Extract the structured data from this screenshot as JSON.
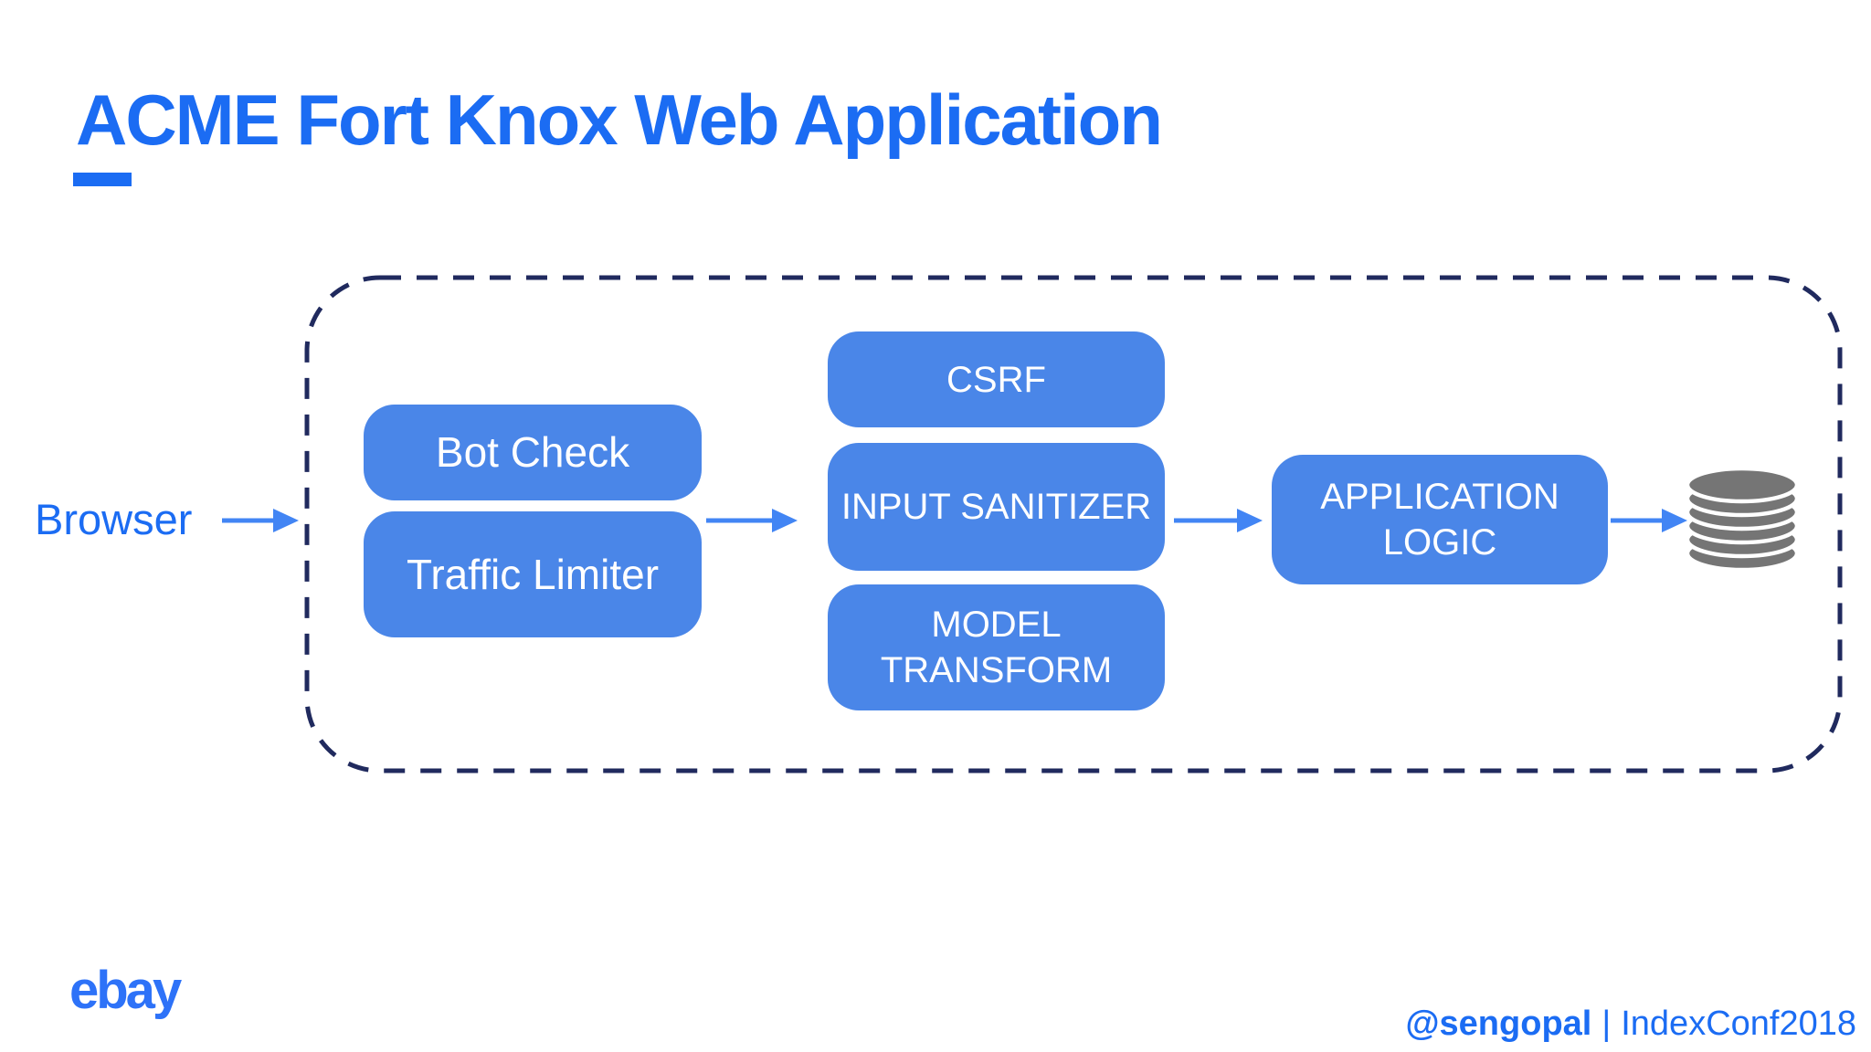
{
  "title": {
    "text": "ACME Fort Knox Web Application"
  },
  "diagram": {
    "source_label": "Browser",
    "boundary": {
      "style": "dashed-rounded-rectangle"
    },
    "nodes": [
      {
        "id": "bot-check",
        "label": "Bot Check"
      },
      {
        "id": "traffic-limiter",
        "label": "Traffic Limiter"
      },
      {
        "id": "csrf",
        "label": "CSRF"
      },
      {
        "id": "input-sanitizer",
        "label": "INPUT SANITIZER"
      },
      {
        "id": "model-transform",
        "label": "MODEL TRANSFORM"
      },
      {
        "id": "application-logic",
        "label": "APPLICATION LOGIC"
      }
    ],
    "datastore_icon": "database-icon",
    "flows": [
      {
        "from": "Browser",
        "to": "trust-boundary"
      },
      {
        "from": "edge-layer",
        "to": "filter-layer"
      },
      {
        "from": "filter-layer",
        "to": "application-logic"
      },
      {
        "from": "application-logic",
        "to": "datastore"
      }
    ]
  },
  "footer": {
    "logo_text": "ebay",
    "handle": "@sengopal",
    "separator": "|",
    "event": "IndexConf2018"
  },
  "colors": {
    "accent_blue": "#1b6cf3",
    "node_fill": "#4a86e8",
    "node_text": "#ffffff",
    "arrow_blue": "#4285f4",
    "boundary_navy": "#202a5e",
    "database_gray": "#757575",
    "ebay_blue": "#2d72f8",
    "background": "#ffffff"
  }
}
